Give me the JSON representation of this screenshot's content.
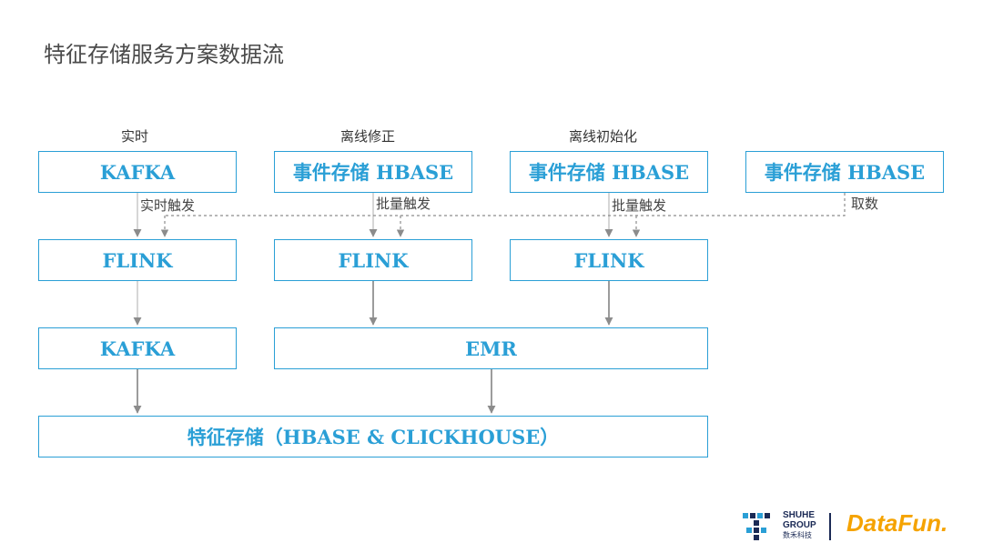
{
  "title": "特征存储服务方案数据流",
  "columns": {
    "realtime": "实时",
    "offline_fix": "离线修正",
    "offline_init": "离线初始化"
  },
  "boxes": {
    "kafka_top": "KAFKA",
    "hbase_1": "事件存储 HBASE",
    "hbase_2": "事件存储 HBASE",
    "hbase_3": "事件存储 HBASE",
    "flink_1": "FLINK",
    "flink_2": "FLINK",
    "flink_3": "FLINK",
    "kafka_mid": "KAFKA",
    "emr": "EMR",
    "feature_store": "特征存储（HBASE & CLICKHOUSE）"
  },
  "edge_labels": {
    "realtime_trigger": "实时触发",
    "batch_trigger_1": "批量触发",
    "batch_trigger_2": "批量触发",
    "fetch": "取数"
  },
  "logos": {
    "shuhe_line1": "SHUHE",
    "shuhe_line2": "GROUP",
    "shuhe_cn": "数禾科技",
    "datafun": "DataFun."
  },
  "colors": {
    "accent": "#2a9fd6",
    "arrow": "#8c8c8c",
    "datafun": "#f5a300",
    "shuhe": "#1b2a55"
  }
}
